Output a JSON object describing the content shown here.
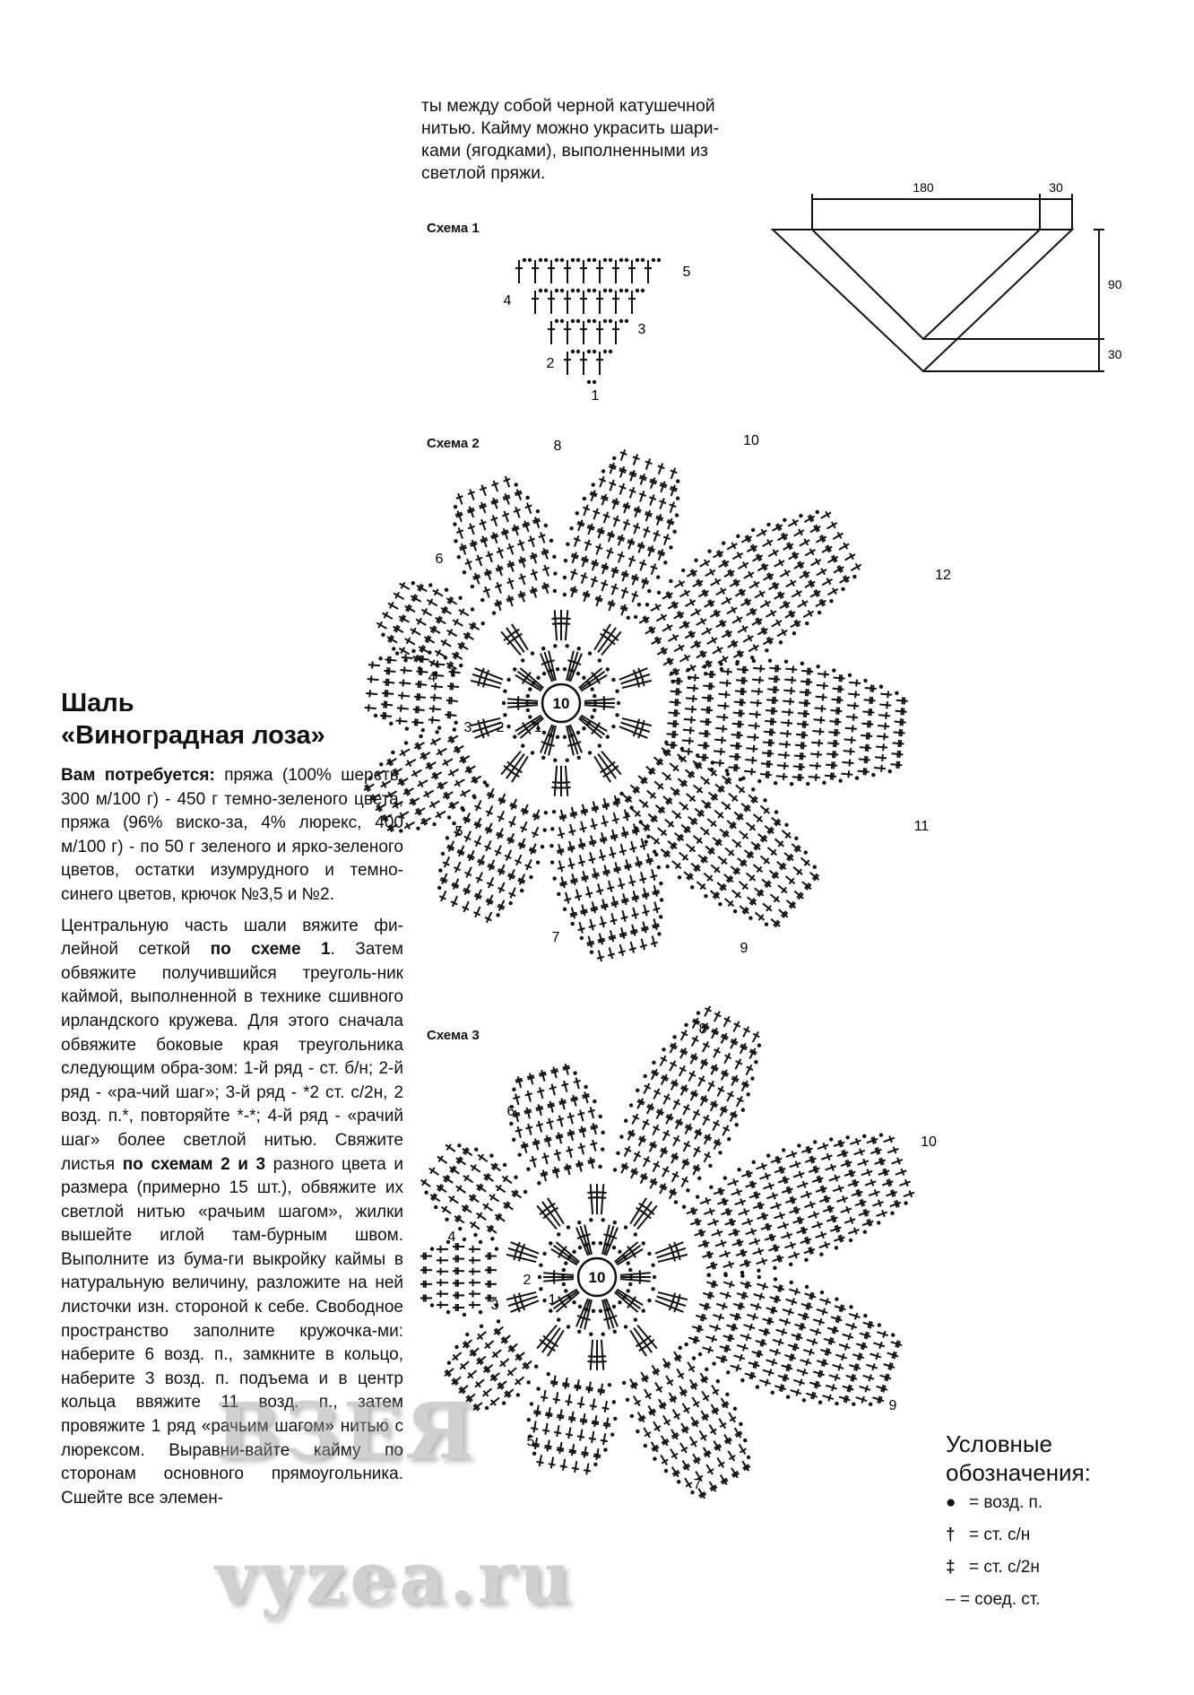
{
  "intro_text": "ты между собой черной катушечной\nнитью. Кайму можно украсить шари-\nками (ягодками), выполненными из\nсветлой пряжи.",
  "dimensions": {
    "top": "180",
    "top_right": "30",
    "side_top": "90",
    "side_bottom": "30"
  },
  "scheme1": {
    "label": "Схема 1",
    "rows": [
      "1",
      "2",
      "3",
      "4",
      "5"
    ]
  },
  "scheme2": {
    "label": "Схема 2",
    "center": "10",
    "rows": [
      "1",
      "2",
      "3",
      "4",
      "5",
      "6",
      "7",
      "8",
      "9",
      "10",
      "11",
      "12"
    ]
  },
  "scheme3": {
    "label": "Схема 3",
    "center": "10",
    "rows": [
      "1",
      "2",
      "3",
      "4",
      "5",
      "6",
      "7",
      "8",
      "9",
      "10"
    ]
  },
  "title_line1": "Шаль",
  "title_line2": "«Виноградная лоза»",
  "materials_label": "Вам потребуется:",
  "materials_text": " пряжа (100% шерсть, 300 м/100 г) - 450 г темно-зеленого цвета, пряжа (96% виско-за, 4% люрекс, 400 м/100 г) - по 50 г зеленого и ярко-зеленого цветов, остатки изумрудного и темно-синего цветов, крючок №3,5 и №2.",
  "p2_a": "Центральную часть шали вяжите фи-лейной сеткой ",
  "p2_b": "по схеме 1",
  "p2_c": ". Затем обвяжите получившийся треуголь-ник каймой, выполненной в технике сшивного ирландского кружева. Для этого сначала обвяжите боковые края треугольника следующим обра-зом: 1-й ряд - ст. б/н; 2-й ряд - «ра-чий шаг»; 3-й ряд - *2 ст. с/2н, 2 возд. п.*, повторяйте *-*; 4-й ряд - «рачий шаг» более светлой нитью. Свяжите листья ",
  "p2_d": "по схемам 2 и 3",
  "p2_e": " разного цвета и размера (примерно 15 шт.), обвяжите их светлой нитью «рачьим шагом», жилки вышейте иглой там-бурным швом. Выполните из бума-ги выкройку каймы в натуральную величину, разложите на ней листочки изн. стороной к себе. Свободное пространство заполните кружочка-ми: наберите 6 возд. п., замкните в кольцо, наберите 3 возд. п. подъема и в центр кольца ввяжите 11 возд. п., затем провяжите 1 ряд «рачьим шагом» нитью с люрексом. Выравни-вайте кайму по сторонам основного прямоугольника. Сшейте все элемен-",
  "legend": {
    "title": "Условные\nобозначения:",
    "items": [
      {
        "icon": "dot-icon",
        "text": "= возд. п."
      },
      {
        "icon": "dagger-icon",
        "text": "= ст. с/н"
      },
      {
        "icon": "double-dagger-icon",
        "text": "= ст. с/2н"
      },
      {
        "icon": "dash-icon",
        "text": "– = соед. ст."
      }
    ]
  },
  "watermark": {
    "line1": "ВЗЕЯ",
    "line2": "vyzea.ru"
  }
}
